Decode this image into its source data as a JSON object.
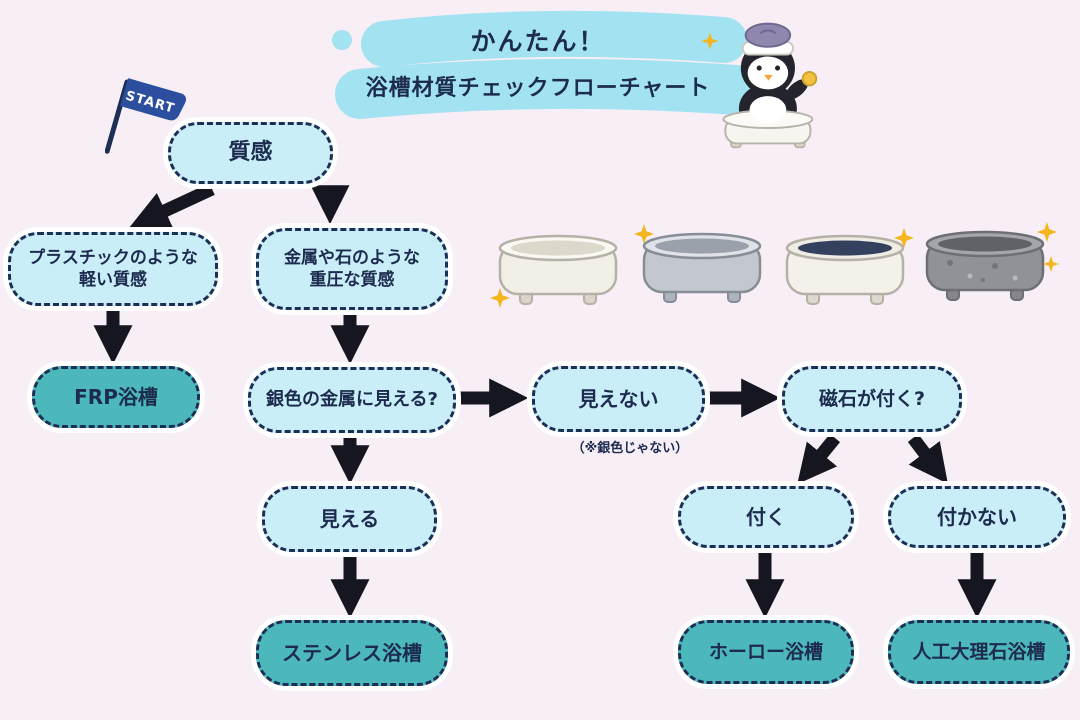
{
  "title": {
    "line1": "かんたん！",
    "line2": "浴槽材質チェックフローチャート"
  },
  "start": {
    "label": "START"
  },
  "flow": {
    "texture": {
      "label": "質感"
    },
    "light_texture": {
      "label": "プラスチックのような\n軽い質感"
    },
    "heavy_texture": {
      "label": "金属や石のような\n重圧な質感"
    },
    "frp": {
      "label": "FRP浴槽"
    },
    "silver_question": {
      "label": "銀色の金属に見える?"
    },
    "not_visible": {
      "label": "見えない",
      "note": "（※銀色じゃない）"
    },
    "visible": {
      "label": "見える"
    },
    "stainless": {
      "label": "ステンレス浴槽"
    },
    "magnet_question": {
      "label": "磁石が付く?"
    },
    "stick": {
      "label": "付く"
    },
    "no_stick": {
      "label": "付かない"
    },
    "enamel": {
      "label": "ホーロー浴槽"
    },
    "artificial_marble": {
      "label": "人工大理石浴槽"
    }
  },
  "colors": {
    "background": "#f7eef6",
    "node_fill": "#c9eef8",
    "result_fill": "#4db8bb",
    "node_border": "#1d2f55",
    "arrow": "#15161f",
    "banner": "#a3e3f1",
    "text": "#1c2b4e",
    "flag": "#2b4f9e",
    "sparkle": "#f3b61f"
  }
}
